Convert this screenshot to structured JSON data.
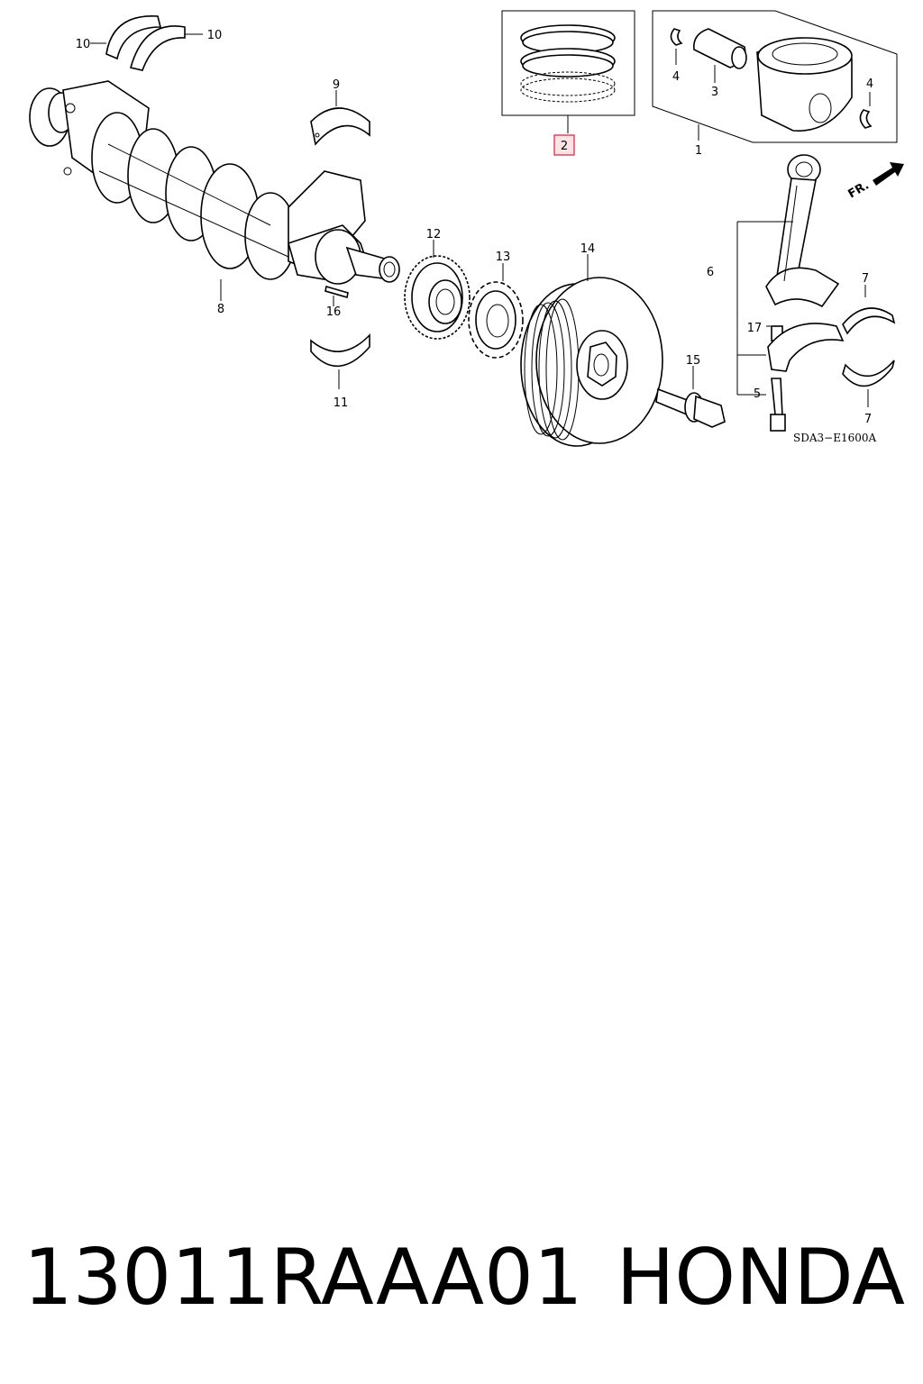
{
  "diagram": {
    "code": "SDA3−E1600A",
    "front_marker": "FR.",
    "highlighted_callout": "2",
    "highlight_color": "#e8445a",
    "callouts": {
      "c1": "1",
      "c2": "2",
      "c3": "3",
      "c4a": "4",
      "c4b": "4",
      "c5": "5",
      "c6": "6",
      "c7a": "7",
      "c7b": "7",
      "c8": "8",
      "c9": "9",
      "c10a": "10",
      "c10b": "10",
      "c11": "11",
      "c12": "12",
      "c13": "13",
      "c14": "14",
      "c15": "15",
      "c16": "16",
      "c17": "17"
    }
  },
  "footer": {
    "part_number": "13011RAAA01",
    "brand": "HONDA"
  }
}
